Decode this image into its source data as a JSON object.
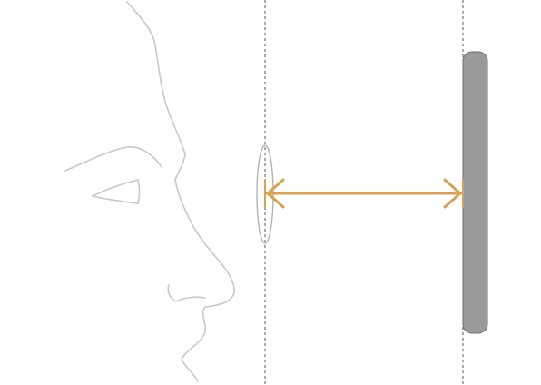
{
  "diagram": {
    "type": "viewing-distance-illustration",
    "labels": [],
    "colors": {
      "background": "#ffffff",
      "face_outline": "#c8c8c8",
      "guide_line": "#555555",
      "lens_outline": "#b4b4b4",
      "arrow": "#d9a154",
      "screen_fill": "#9a9a9a",
      "screen_stroke": "#6f6f6f"
    },
    "elements": [
      {
        "name": "face-profile",
        "kind": "line-art"
      },
      {
        "name": "eye-lens",
        "kind": "ellipse"
      },
      {
        "name": "distance-arrow",
        "kind": "double-headed-arrow"
      },
      {
        "name": "screen-panel",
        "kind": "rounded-rectangle"
      },
      {
        "name": "guide-lines",
        "kind": "dashed-vertical-lines",
        "count": 2
      }
    ]
  }
}
